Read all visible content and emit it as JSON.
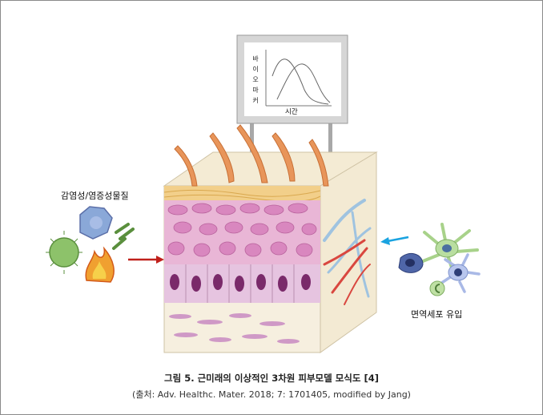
{
  "figure": {
    "monitor": {
      "y_axis_chars": [
        "바",
        "이",
        "오",
        "마",
        "커"
      ],
      "x_axis_label": "시간"
    },
    "labels": {
      "left": "감염성/염증성물질",
      "right": "면역세포 유입"
    },
    "caption": "그림 5. 근미래의 이상적인 3차원 피부모델 모식도 [4]",
    "source": "(출처: Adv. Healthc. Mater. 2018; 7: 1701405, modified by Jang)",
    "colors": {
      "epidermis": "#e9b6d6",
      "basal_nucleus": "#7a2a6a",
      "dermis": "#f5ecd8",
      "vessel_red": "#d9473f",
      "vessel_blue": "#9fc3e0",
      "arrow_red": "#c0201b",
      "arrow_blue": "#1aa3e0"
    }
  }
}
